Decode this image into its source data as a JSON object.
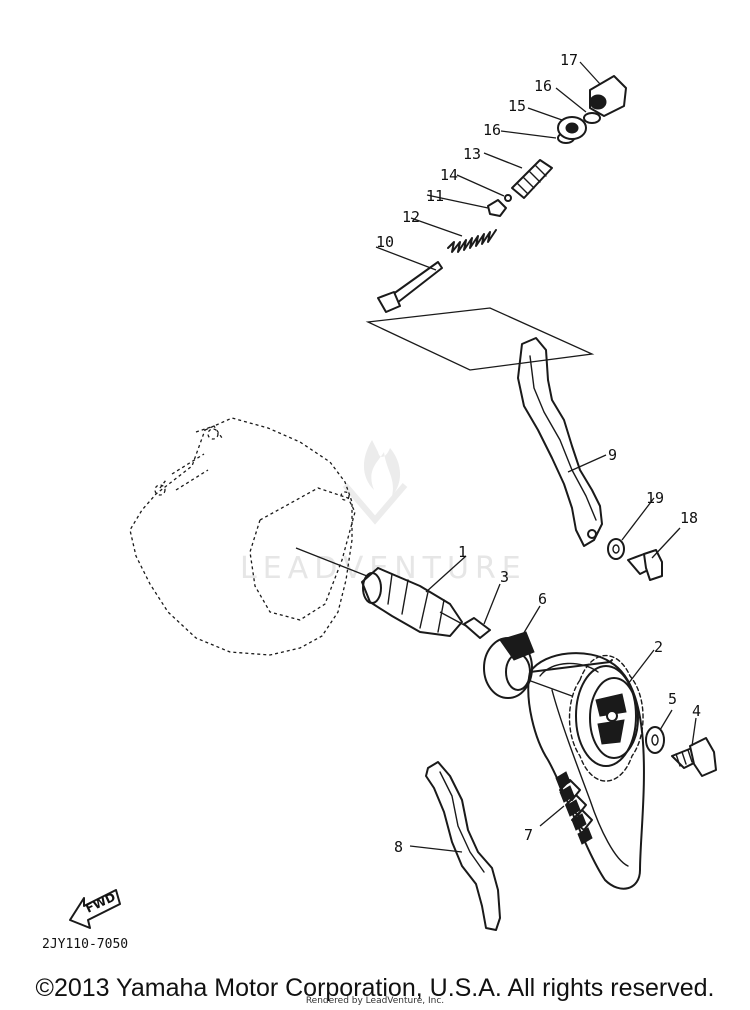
{
  "diagram": {
    "parts": [
      {
        "number": "1"
      },
      {
        "number": "2"
      },
      {
        "number": "3"
      },
      {
        "number": "4"
      },
      {
        "number": "5"
      },
      {
        "number": "6"
      },
      {
        "number": "7"
      },
      {
        "number": "8"
      },
      {
        "number": "9"
      },
      {
        "number": "10"
      },
      {
        "number": "11"
      },
      {
        "number": "12"
      },
      {
        "number": "13"
      },
      {
        "number": "14"
      },
      {
        "number": "15"
      },
      {
        "number": "16"
      },
      {
        "number": "16"
      },
      {
        "number": "17"
      },
      {
        "number": "18"
      },
      {
        "number": "19"
      }
    ],
    "direction_label": "FWD",
    "drawing_code": "2JY110-7050",
    "watermark": "LEADVENTURE"
  },
  "footer": {
    "copyright": "©2013 Yamaha Motor Corporation, U.S.A. All rights reserved.",
    "rendered_by": "Rendered by LeadVenture, Inc."
  }
}
